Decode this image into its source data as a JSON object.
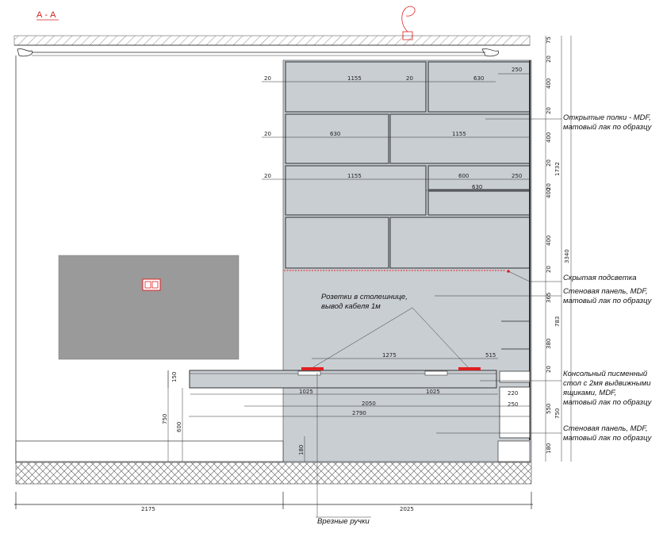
{
  "title": "А - А",
  "colors": {
    "panel": "#c9ced3",
    "tv": "#9a9a9a",
    "accent_red": "#e02020",
    "line": "#222222"
  },
  "dimensions": {
    "shelf_row1": [
      "20",
      "1155",
      "20",
      "630",
      "250"
    ],
    "shelf_row2": [
      "20",
      "630",
      "1155"
    ],
    "shelf_row3": [
      "20",
      "1155",
      "600",
      "250",
      "630"
    ],
    "desk": [
      "1275",
      "515",
      "150",
      "1025",
      "1025",
      "2050",
      "2790",
      "220",
      "250",
      "750",
      "600",
      "180"
    ],
    "bottom": [
      "2175",
      "2025"
    ],
    "right_col1": [
      "75",
      "20",
      "400",
      "20",
      "400",
      "20",
      "20",
      "400",
      "400",
      "20",
      "365",
      "380",
      "20",
      "550",
      "180"
    ],
    "right_col2": [
      "1732",
      "783",
      "750"
    ],
    "right_total": "3340"
  },
  "annotations": {
    "open_shelves": [
      "Открытые полки - MDF,",
      "матовый лак по образцу"
    ],
    "hidden_light": "Скрытая подсветка",
    "wall_panel_top": [
      "Стеновая панель, MDF,",
      "матовый лак по образцу"
    ],
    "sockets": [
      "Розетки в столешнице,",
      "вывод кабеля 1м"
    ],
    "desk": [
      "Консольный писменный",
      "стол с 2мя выдвижными",
      "ящиками, MDF,",
      "матовый лак по образцу"
    ],
    "wall_panel_bottom": [
      "Стеновая панель, MDF,",
      "матовый лак по образцу"
    ],
    "handles": "Врезные ручки"
  }
}
